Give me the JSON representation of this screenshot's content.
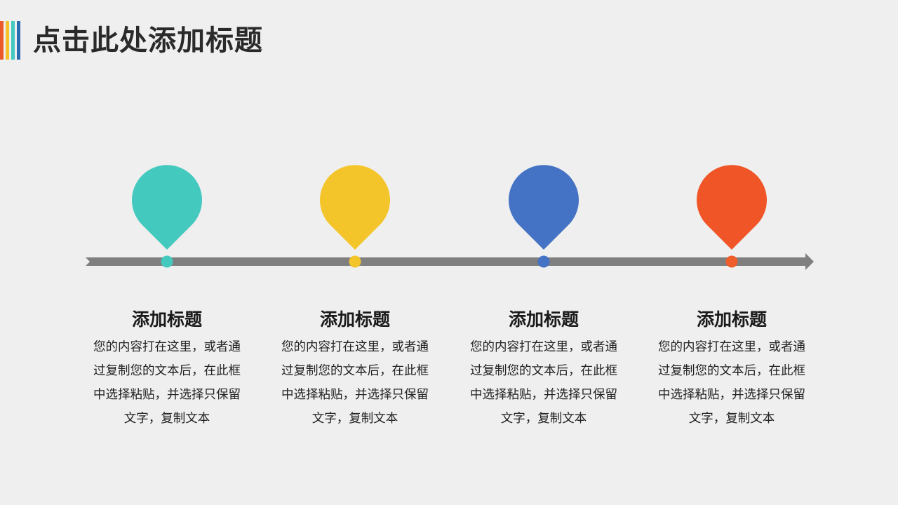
{
  "header": {
    "title": "点击此处添加标题",
    "accent_bars": [
      "#ec5a2a",
      "#f4c32c",
      "#44c8bf",
      "#2a6cb0"
    ]
  },
  "timeline": {
    "line_color": "#7f7f7f",
    "items": [
      {
        "color": "#44c9bf",
        "title": "添加标题",
        "lines": [
          "您的内容打在这里，或者通",
          "过复制您的文本后，在此框",
          "中选择粘贴，并选择只保留",
          "文字，复制文本"
        ]
      },
      {
        "color": "#f4c52b",
        "title": "添加标题",
        "lines": [
          "您的内容打在这里，或者通",
          "过复制您的文本后，在此框",
          "中选择粘贴，并选择只保留",
          "文字，复制文本"
        ]
      },
      {
        "color": "#4472c4",
        "title": "添加标题",
        "lines": [
          "您的内容打在这里，或者通",
          "过复制您的文本后，在此框",
          "中选择粘贴，并选择只保留",
          "文字，复制文本"
        ]
      },
      {
        "color": "#ef5527",
        "title": "添加标题",
        "lines": [
          "您的内容打在这里，或者通",
          "过复制您的文本后，在此框",
          "中选择粘贴，并选择只保留",
          "文字，复制文本"
        ]
      }
    ]
  }
}
